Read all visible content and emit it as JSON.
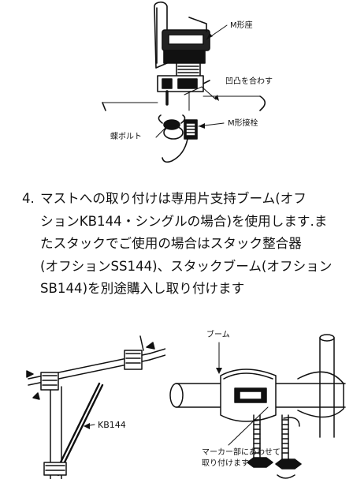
{
  "figure_top": {
    "label_m_seat": "M形座",
    "label_align": "凹凸を合わす",
    "label_butterfly_bolt": "蝶ボルト",
    "label_m_connector": "M形接栓"
  },
  "instruction": {
    "number": "4.",
    "lines": [
      "マストへの取り付けは専用片支持ブーム(オフ",
      "ションKB144・シングルの場合)を使用します.ま",
      "たスタックでご使用の場合はスタック整合器",
      "(オフションSS144)、スタックブーム(オフション",
      "SB144)を別途購入し取り付けます"
    ]
  },
  "figure_bottom_left": {
    "label_kb144": "KB144"
  },
  "figure_bottom_right": {
    "label_boom": "ブーム",
    "label_marker_line1": "マーカー部にあわせて",
    "label_marker_line2": "取り付けます"
  }
}
